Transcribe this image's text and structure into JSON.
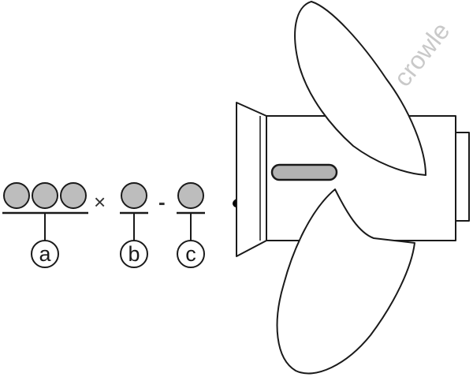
{
  "watermark": "crowle",
  "code_format": {
    "groups": [
      {
        "label": "a"
      },
      {
        "label": "b"
      },
      {
        "label": "c"
      }
    ],
    "multiply_symbol": "×",
    "separator_symbol": "-"
  },
  "colors": {
    "circle_fill": "#bdbdbd",
    "stroke": "#1a1a1a",
    "slot_fill": "#b3b3b3",
    "watermark": "#c9c9c9",
    "arrow": "#000000"
  },
  "icons": {
    "pointer": "arrow-icon",
    "propeller": "propeller-icon"
  }
}
